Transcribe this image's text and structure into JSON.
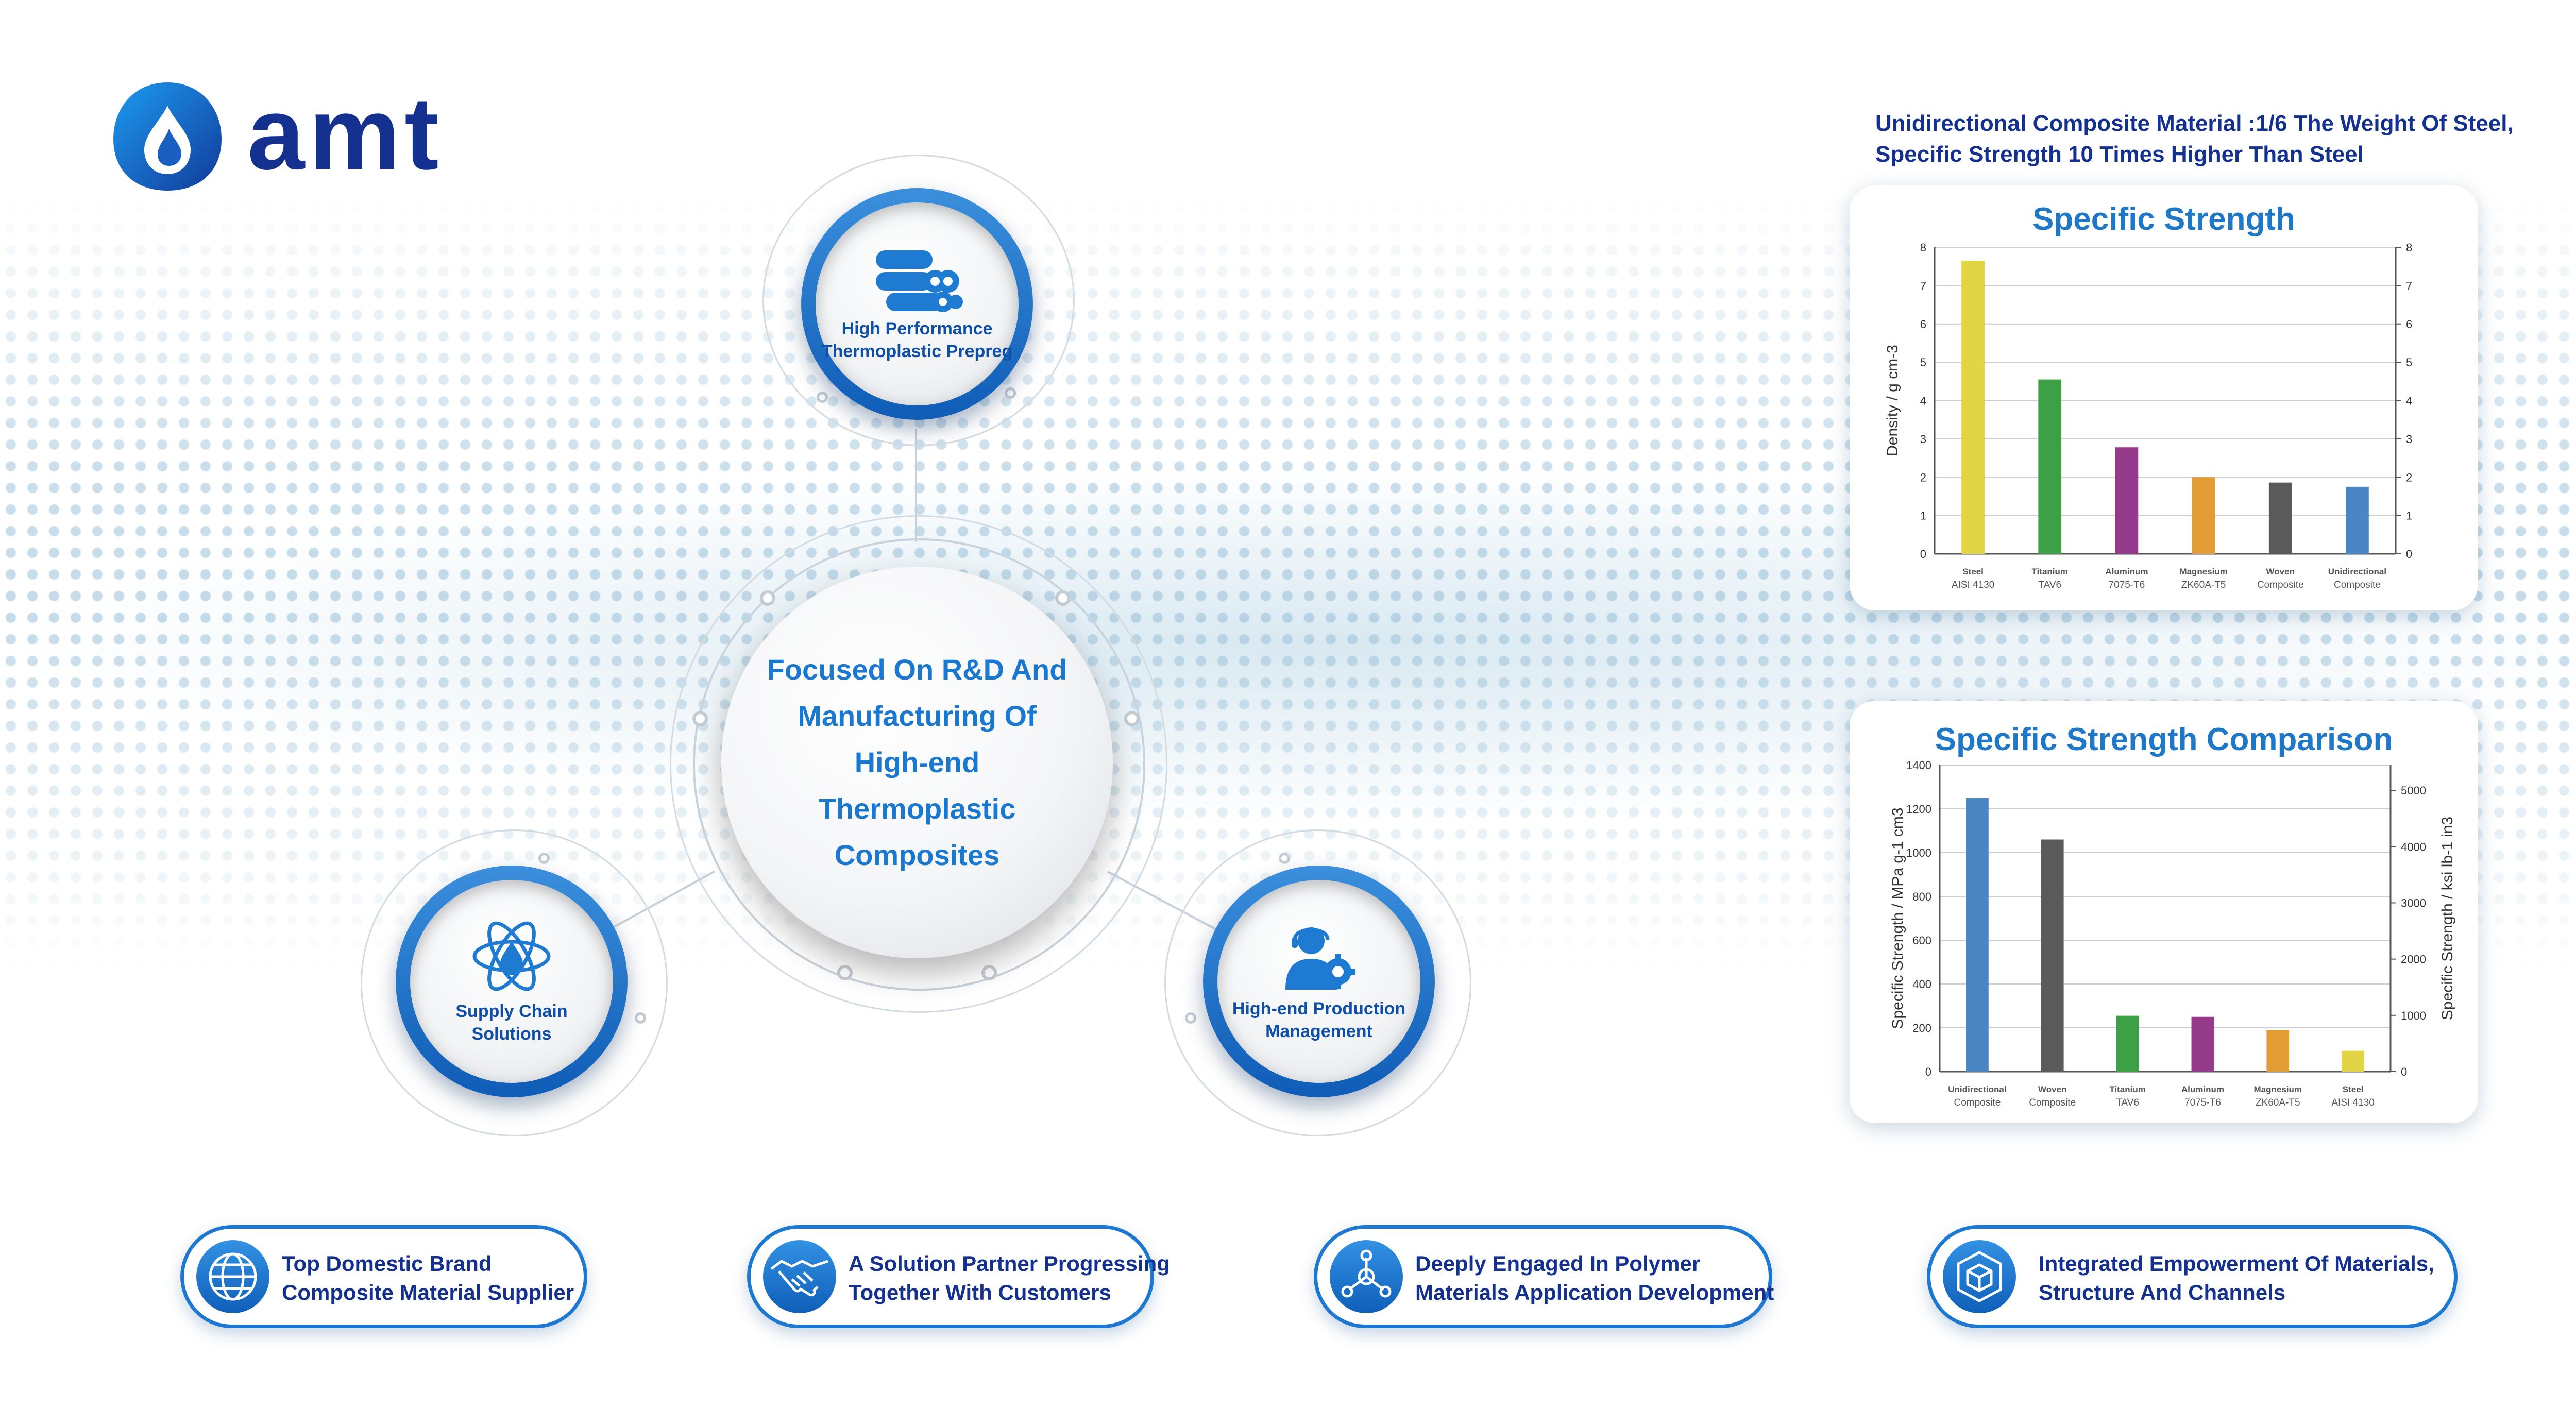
{
  "brand": {
    "name": "amt"
  },
  "hub": {
    "center_text": [
      "Focused On R&D And",
      "Manufacturing Of High-end",
      "Thermoplastic Composites"
    ],
    "nodes": [
      {
        "id": "prepreg",
        "lines": [
          "High Performance",
          "Thermoplastic Prepreg"
        ],
        "icon": "rolls-icon"
      },
      {
        "id": "supply",
        "lines": [
          "Supply Chain",
          "Solutions"
        ],
        "icon": "atom-drop-icon"
      },
      {
        "id": "production",
        "lines": [
          "High-end Production",
          "Management"
        ],
        "icon": "engineer-gear-icon"
      }
    ]
  },
  "headline": [
    "Unidirectional Composite Material :1/6 The Weight Of Steel,",
    "Specific Strength 10 Times Higher Than Steel"
  ],
  "chart_data": [
    {
      "type": "bar",
      "title": "Specific Strength",
      "ylabel": "Density / g cm-3",
      "ylim": [
        0,
        8
      ],
      "yticks": [
        0,
        1,
        2,
        3,
        4,
        5,
        6,
        7,
        8
      ],
      "y2ticks": [
        0,
        1,
        2,
        3,
        4,
        5,
        6,
        7,
        8
      ],
      "categories": [
        [
          "Steel",
          "AISI 4130"
        ],
        [
          "Titanium",
          "TAV6"
        ],
        [
          "Aluminum",
          "7075-T6"
        ],
        [
          "Magnesium",
          "ZK60A-T5"
        ],
        [
          "Woven",
          "Composite"
        ],
        [
          "Unidirectional",
          "Composite"
        ]
      ],
      "values": [
        7.65,
        4.55,
        2.78,
        2.0,
        1.86,
        1.75
      ],
      "colors": [
        "#e2d545",
        "#3da046",
        "#963a8c",
        "#e39b33",
        "#5a5a5a",
        "#4a86c4"
      ],
      "grid": true
    },
    {
      "type": "bar",
      "title": "Specific Strength Comparison",
      "ylabel": "Specific Strength / MPa g-1 cm3",
      "y2label": "Specific Strength / ksi lb-1 in3",
      "ylim": [
        0,
        1400
      ],
      "yticks": [
        0,
        200,
        400,
        600,
        800,
        1000,
        1200,
        1400
      ],
      "y2ticks": [
        0,
        1000,
        2000,
        3000,
        4000,
        5000
      ],
      "categories": [
        [
          "Unidirectional",
          "Composite"
        ],
        [
          "Woven",
          "Composite"
        ],
        [
          "Titanium",
          "TAV6"
        ],
        [
          "Aluminum",
          "7075-T6"
        ],
        [
          "Magnesium",
          "ZK60A-T5"
        ],
        [
          "Steel",
          "AISI 4130"
        ]
      ],
      "values": [
        1250,
        1060,
        255,
        250,
        190,
        95
      ],
      "colors": [
        "#4a86c4",
        "#5a5a5a",
        "#3da046",
        "#963a8c",
        "#e39b33",
        "#e2d545"
      ],
      "grid": true
    }
  ],
  "pills": [
    {
      "lines": [
        "Top Domestic Brand",
        "Composite Material Supplier"
      ],
      "icon": "globe-icon"
    },
    {
      "lines": [
        "A Solution Partner Progressing",
        "Together With Customers"
      ],
      "icon": "handshake-icon"
    },
    {
      "lines": [
        "Deeply Engaged In Polymer",
        "Materials Application Development"
      ],
      "icon": "molecule-icon"
    },
    {
      "lines": [
        "Integrated Empowerment Of Materials,",
        "Structure And Channels"
      ],
      "icon": "cube-icon"
    }
  ]
}
